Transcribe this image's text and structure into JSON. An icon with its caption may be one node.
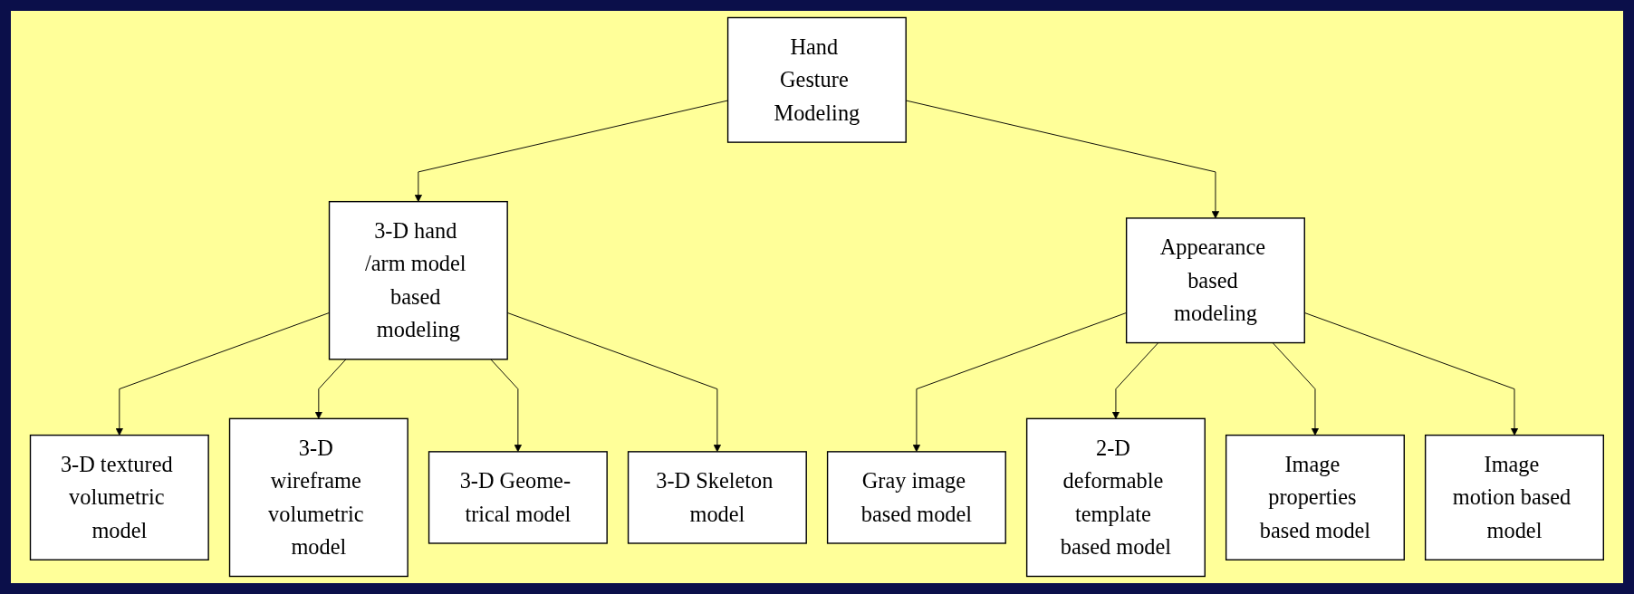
{
  "diagram": {
    "nodes": [
      {
        "text": [
          "Hand Gesture Modeling"
        ]
      },
      {
        "text": [
          "3-D hand /arm model based modeling"
        ]
      },
      {
        "text": [
          "Appearance based modeling"
        ]
      },
      {
        "text": [
          "3-D textured volumetric model"
        ]
      },
      {
        "text": [
          "3-D wireframe volumetric model"
        ]
      },
      {
        "text": [
          "3-D Geome- trical model"
        ]
      },
      {
        "text": [
          "3-D Skeleton model"
        ]
      },
      {
        "text": [
          "Gray image based model"
        ]
      },
      {
        "text": [
          "2-D deformable template based model"
        ]
      },
      {
        "text": [
          "Image properties based model"
        ]
      },
      {
        "text": [
          "Image motion based model"
        ]
      }
    ],
    "edges": [
      {
        "from": 0,
        "to": 1,
        "arrow": "to"
      },
      {
        "from": 0,
        "to": 2,
        "arrow": "to"
      },
      {
        "from": 1,
        "to": 3,
        "arrow": "to"
      },
      {
        "from": 1,
        "to": 4,
        "arrow": "to"
      },
      {
        "from": 1,
        "to": 5,
        "arrow": "to"
      },
      {
        "from": 1,
        "to": 6,
        "arrow": "to"
      },
      {
        "from": 2,
        "to": 7,
        "arrow": "to"
      },
      {
        "from": 2,
        "to": 8,
        "arrow": "to"
      },
      {
        "from": 2,
        "to": 9,
        "arrow": "to"
      },
      {
        "from": 2,
        "to": 10,
        "arrow": "to"
      }
    ]
  }
}
